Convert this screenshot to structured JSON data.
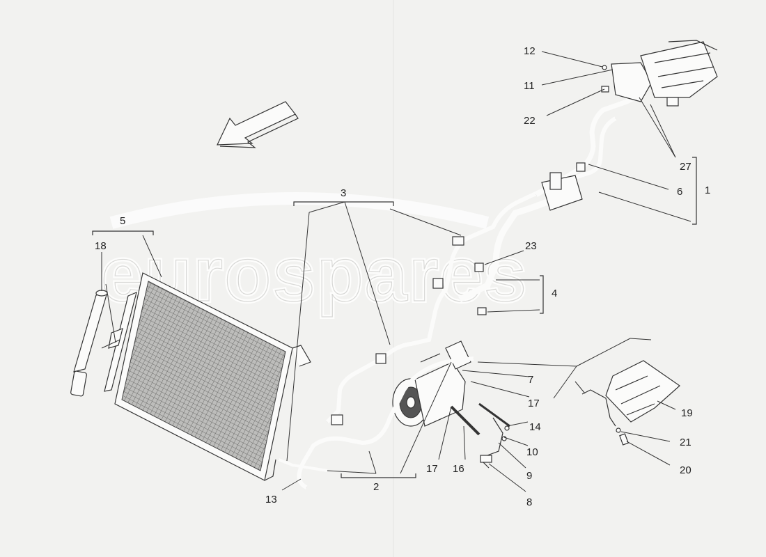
{
  "watermark": "eurospares",
  "callouts": {
    "c1": "1",
    "c2": "2",
    "c3": "3",
    "c4": "4",
    "c5": "5",
    "c6": "6",
    "c7": "7",
    "c8": "8",
    "c9": "9",
    "c10": "10",
    "c11": "11",
    "c12": "12",
    "c13": "13",
    "c14": "14",
    "c16": "16",
    "c17a": "17",
    "c17b": "17",
    "c18": "18",
    "c19": "19",
    "c20": "20",
    "c21": "21",
    "c22": "22",
    "c23": "23",
    "c27": "27"
  },
  "icons": {
    "direction_arrow": "front-direction-arrow-icon"
  },
  "colors": {
    "line": "#333333",
    "background": "#f2f2f0",
    "watermark": "#ffffff"
  }
}
